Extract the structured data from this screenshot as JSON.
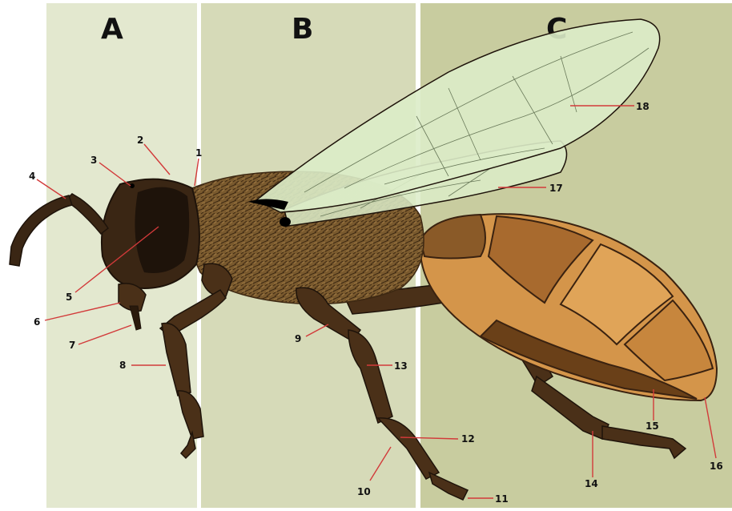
{
  "sections": [
    {
      "id": "A",
      "label": "A",
      "color": "#e3e8cf"
    },
    {
      "id": "B",
      "label": "B",
      "color": "#d6dab8"
    },
    {
      "id": "C",
      "label": "C",
      "color": "#c8cc9f"
    }
  ],
  "colors": {
    "leader_line": "#d23a3a",
    "hair": "#6b4a22",
    "thorax": "#7a5a2e",
    "head": "#3a2614",
    "eye": "#1e130a",
    "leg": "#4a3018",
    "abdomen_light": "#d4954a",
    "abdomen_dark": "#8a5a28",
    "wing_fill": "#dcecc8"
  },
  "labels": [
    "1",
    "2",
    "3",
    "4",
    "5",
    "6",
    "7",
    "8",
    "9",
    "10",
    "11",
    "12",
    "13",
    "14",
    "15",
    "16",
    "17",
    "18"
  ]
}
